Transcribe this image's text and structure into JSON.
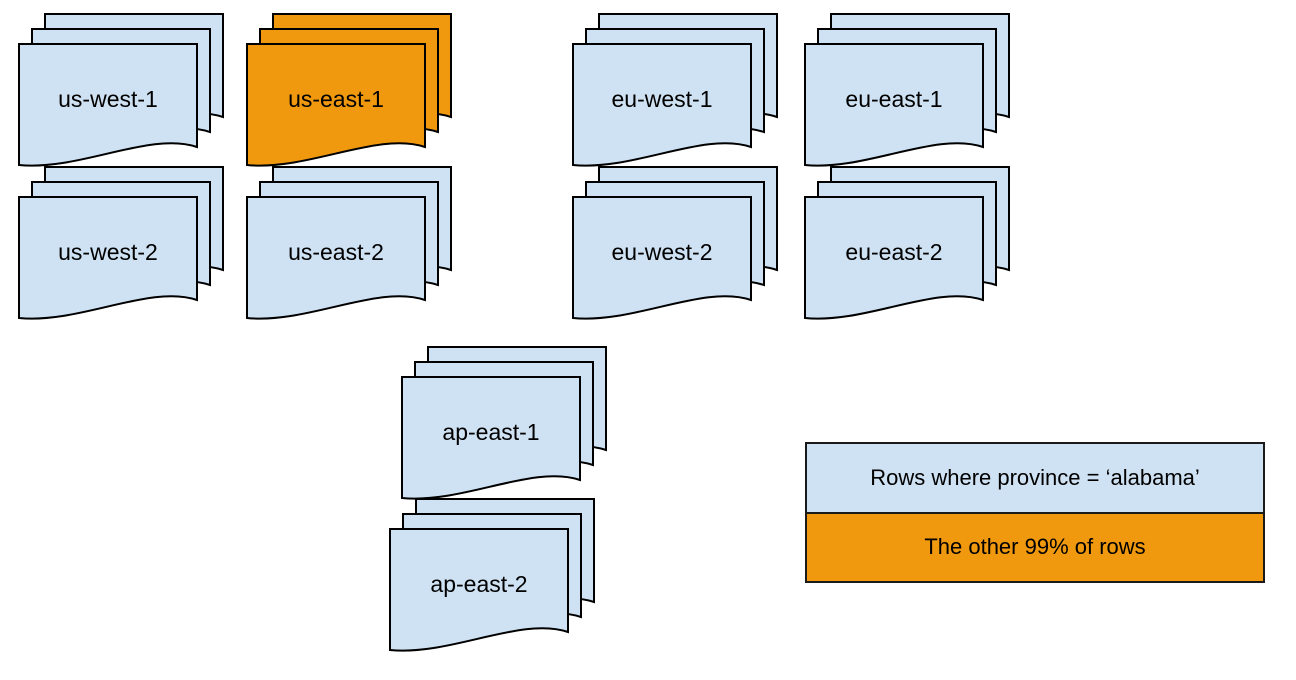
{
  "diagram": {
    "description_colors": {
      "region_fill": "#cfe2f3",
      "highlight_fill": "#f0990f",
      "stroke": "#000000",
      "background": "#ffffff",
      "text": "#000000"
    },
    "stacks": [
      {
        "label": "us-west-1",
        "variant": "default"
      },
      {
        "label": "us-east-1",
        "variant": "highlight"
      },
      {
        "label": "eu-west-1",
        "variant": "default"
      },
      {
        "label": "eu-east-1",
        "variant": "default"
      },
      {
        "label": "us-west-2",
        "variant": "default"
      },
      {
        "label": "us-east-2",
        "variant": "default"
      },
      {
        "label": "eu-west-2",
        "variant": "default"
      },
      {
        "label": "eu-east-2",
        "variant": "default"
      },
      {
        "label": "ap-east-1",
        "variant": "default"
      },
      {
        "label": "ap-east-2",
        "variant": "default"
      }
    ],
    "legend": {
      "items": [
        {
          "label": "Rows where province = ‘alabama’",
          "variant": "default"
        },
        {
          "label": "The other 99% of rows",
          "variant": "highlight"
        }
      ]
    }
  }
}
